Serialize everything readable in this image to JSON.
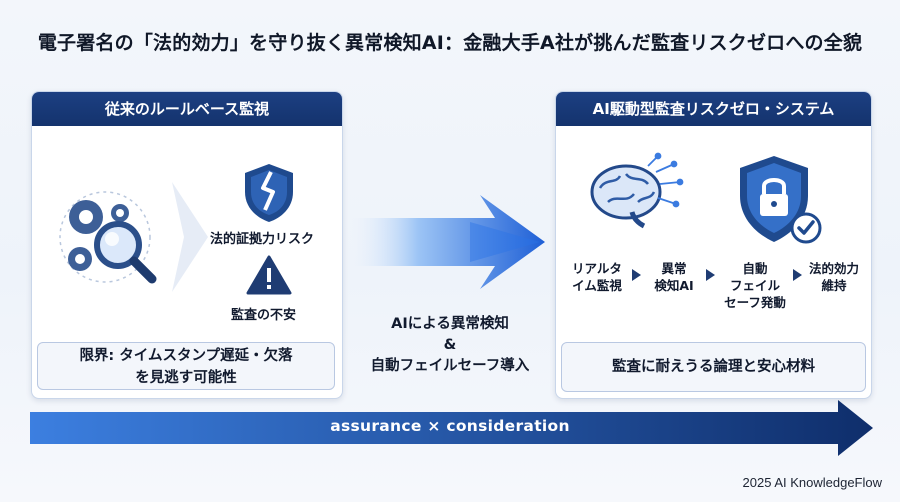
{
  "title": "電子署名の「法的効力」を守り抜く異常検知AI：金融大手A社が挑んだ監査リスクゼロへの全貌",
  "left": {
    "header": "従来のルールベース監視",
    "icons": [
      "gear-search-icon",
      "broken-shield-icon",
      "warning-icon"
    ],
    "risk_legal": "法的証拠力リスク",
    "risk_audit": "監査の不安",
    "limit_line1": "限界: タイムスタンプ遅延・欠落",
    "limit_line2": "を見逃す可能性"
  },
  "center": {
    "line1": "AIによる異常検知",
    "line2": "&",
    "line3": "自動フェイルセーフ導入"
  },
  "right": {
    "header": "AI駆動型監査リスクゼロ・システム",
    "icons": [
      "ai-brain-icon",
      "shield-lock-icon"
    ],
    "flow": [
      {
        "line1": "リアルタ",
        "line2": "イム監視"
      },
      {
        "line1": "異常",
        "line2": "検知AI"
      },
      {
        "line1": "自動",
        "line2": "フェイル",
        "line3": "セーフ発動"
      },
      {
        "line1": "法的効力",
        "line2": "維持"
      }
    ],
    "footer": "監査に耐えうる論理と安心材料"
  },
  "bottom_bar": "assurance × consideration",
  "credit": "2025 AI KnowledgeFlow",
  "colors": {
    "navy": "#17386f",
    "blue": "#2f6fd8",
    "light_blue": "#5aa0f2"
  }
}
